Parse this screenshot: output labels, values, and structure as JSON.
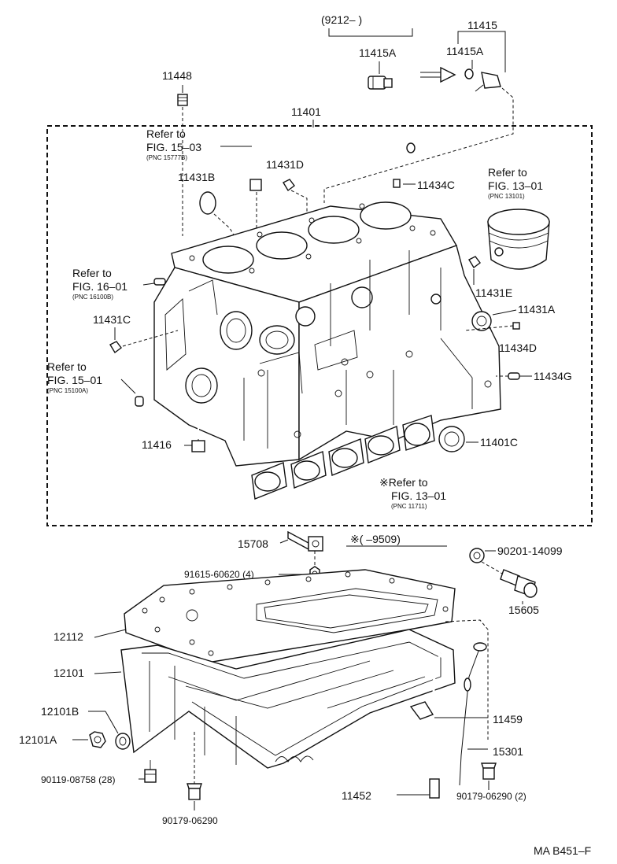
{
  "header": {
    "date_range": "(9212–         )",
    "part_11415A_left": "11415A",
    "part_11415A_right": "11415A",
    "part_11415": "11415"
  },
  "parts": {
    "p11448": "11448",
    "p11401": "11401",
    "p11431D": "11431D",
    "p11431B": "11431B",
    "p11434C": "11434C",
    "p11431E": "11431E",
    "p11431A": "11431A",
    "p11434D": "11434D",
    "p11434G": "11434G",
    "p11431C": "11431C",
    "p11416": "11416",
    "p11401C": "11401C",
    "p15708": "15708",
    "p91615": "91615-60620 (4)",
    "p90201": "90201-14099",
    "p15605": "15605",
    "p12112": "12112",
    "p12101": "12101",
    "p12101B": "12101B",
    "p12101A": "12101A",
    "p90119": "90119-08758 (28)",
    "p90179a": "90179-06290",
    "p11459": "11459",
    "p15301": "15301",
    "p11452": "11452",
    "p90179b": "90179-06290 (2)"
  },
  "refs": {
    "ref_15_03": {
      "line1": "Refer to",
      "line2": "FIG. 15–03",
      "pnc": "(PNC 15777B)"
    },
    "ref_13_01_piston": {
      "line1": "Refer to",
      "line2": "FIG. 13–01",
      "pnc": "(PNC 13101)"
    },
    "ref_16_01": {
      "line1": "Refer to",
      "line2": "FIG. 16–01",
      "pnc": "(PNC 16100B)"
    },
    "ref_15_01": {
      "line1": "Refer to",
      "line2": "FIG. 15–01",
      "pnc": "(PNC 15100A)"
    },
    "ref_13_01_bearing": {
      "line1": "※Refer to",
      "line2": "FIG. 13–01",
      "pnc": "(PNC 11711)"
    }
  },
  "note_9509": "※(     –9509)",
  "footer_code": "MA B451–F"
}
